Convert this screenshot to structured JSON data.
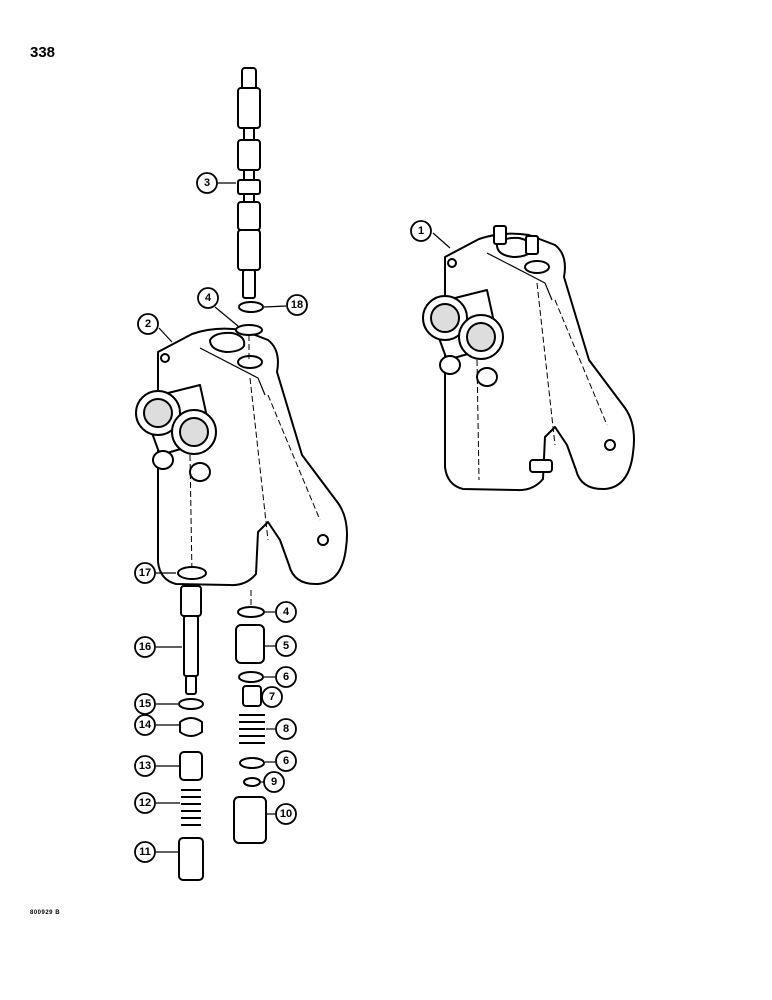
{
  "page_number": "338",
  "figure_code": "800929 B",
  "callouts": [
    "1",
    "2",
    "3",
    "4",
    "18",
    "17",
    "4",
    "16",
    "5",
    "6",
    "7",
    "15",
    "14",
    "8",
    "6",
    "13",
    "9",
    "12",
    "10",
    "11"
  ]
}
